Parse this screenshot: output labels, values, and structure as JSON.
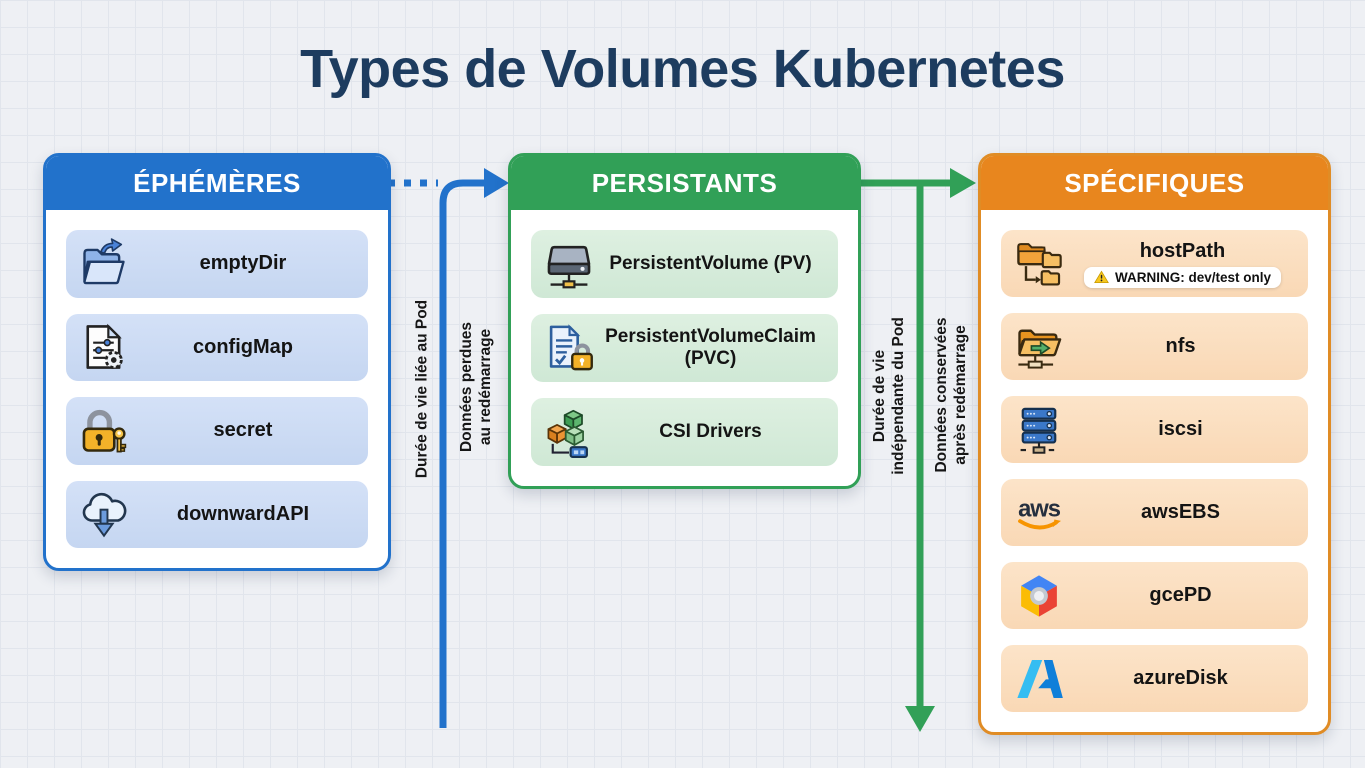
{
  "title": "Types de Volumes Kubernetes",
  "colors": {
    "background": "#eef0f4",
    "grid_line": "#e1e5ec",
    "title_text": "#1d3c5f",
    "blue_accent": "#2272cb",
    "blue_item_bg": "#cbdaf3",
    "green_accent": "#31a057",
    "green_item_bg": "#d7ecdb",
    "orange_accent": "#e8861e",
    "orange_item_bg": "#fadfc0",
    "warning_yellow": "#f7c71f"
  },
  "panels": [
    {
      "id": "ephemeres",
      "title": "ÉPHÉMÈRES",
      "items": [
        {
          "label": "emptyDir",
          "icon": "folder-arrow-icon"
        },
        {
          "label": "configMap",
          "icon": "config-document-icon"
        },
        {
          "label": "secret",
          "icon": "padlock-key-icon"
        },
        {
          "label": "downwardAPI",
          "icon": "cloud-download-icon"
        }
      ]
    },
    {
      "id": "persistants",
      "title": "PERSISTANTS",
      "items": [
        {
          "label": "PersistentVolume (PV)",
          "icon": "hard-drive-icon"
        },
        {
          "label": "PersistentVolumeClaim (PVC)",
          "icon": "document-lock-icon"
        },
        {
          "label": "CSI Drivers",
          "icon": "cubes-icon"
        }
      ]
    },
    {
      "id": "specifiques",
      "title": "SPÉCIFIQUES",
      "items": [
        {
          "label": "hostPath",
          "warning": "WARNING: dev/test only",
          "icon": "folder-tree-icon"
        },
        {
          "label": "nfs",
          "icon": "folder-share-icon"
        },
        {
          "label": "iscsi",
          "icon": "server-stack-icon"
        },
        {
          "label": "awsEBS",
          "icon": "aws-logo-icon"
        },
        {
          "label": "gcePD",
          "icon": "gcp-logo-icon"
        },
        {
          "label": "azureDisk",
          "icon": "azure-logo-icon"
        }
      ]
    }
  ],
  "flow_annotations": {
    "blue_lifecycle": "Durée de vie liée au Pod",
    "blue_data_line1": "Données perdues",
    "blue_data_line2": "au redémarrage",
    "green_lifecycle_line1": "Durée de vie",
    "green_lifecycle_line2": "indépendante du Pod",
    "green_data_line1": "Données conservées",
    "green_data_line2": "après redémarrage"
  },
  "icons": {
    "aws_text": "aws"
  }
}
